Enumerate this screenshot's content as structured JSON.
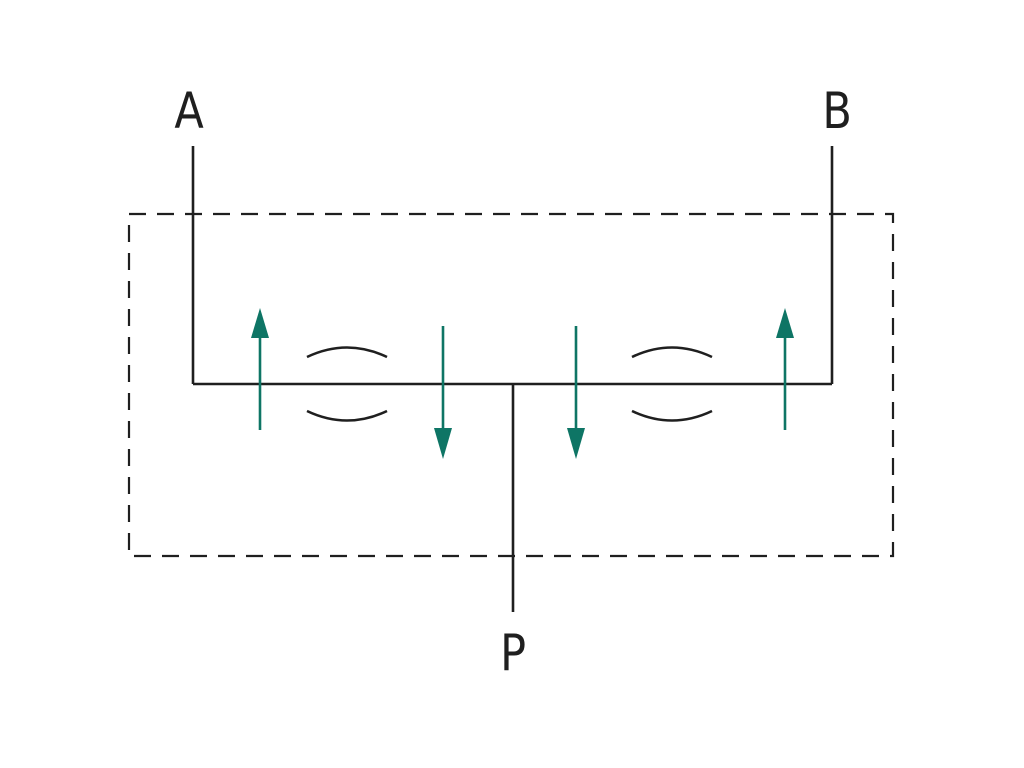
{
  "ports": {
    "a": "A",
    "b": "B",
    "p": "P"
  },
  "colors": {
    "line": "#1f1f1f",
    "flow_arrow": "#0e7565",
    "boundary": "#1f1f1f",
    "background": "#ffffff"
  },
  "components": {
    "restrictor_count": 2,
    "flow_arrows": [
      {
        "side": "A",
        "direction": "up"
      },
      {
        "side": "A",
        "direction": "down"
      },
      {
        "side": "B",
        "direction": "down"
      },
      {
        "side": "B",
        "direction": "up"
      }
    ],
    "icons": [
      "orifice-restrictor-icon",
      "flow-arrow-icon"
    ]
  }
}
